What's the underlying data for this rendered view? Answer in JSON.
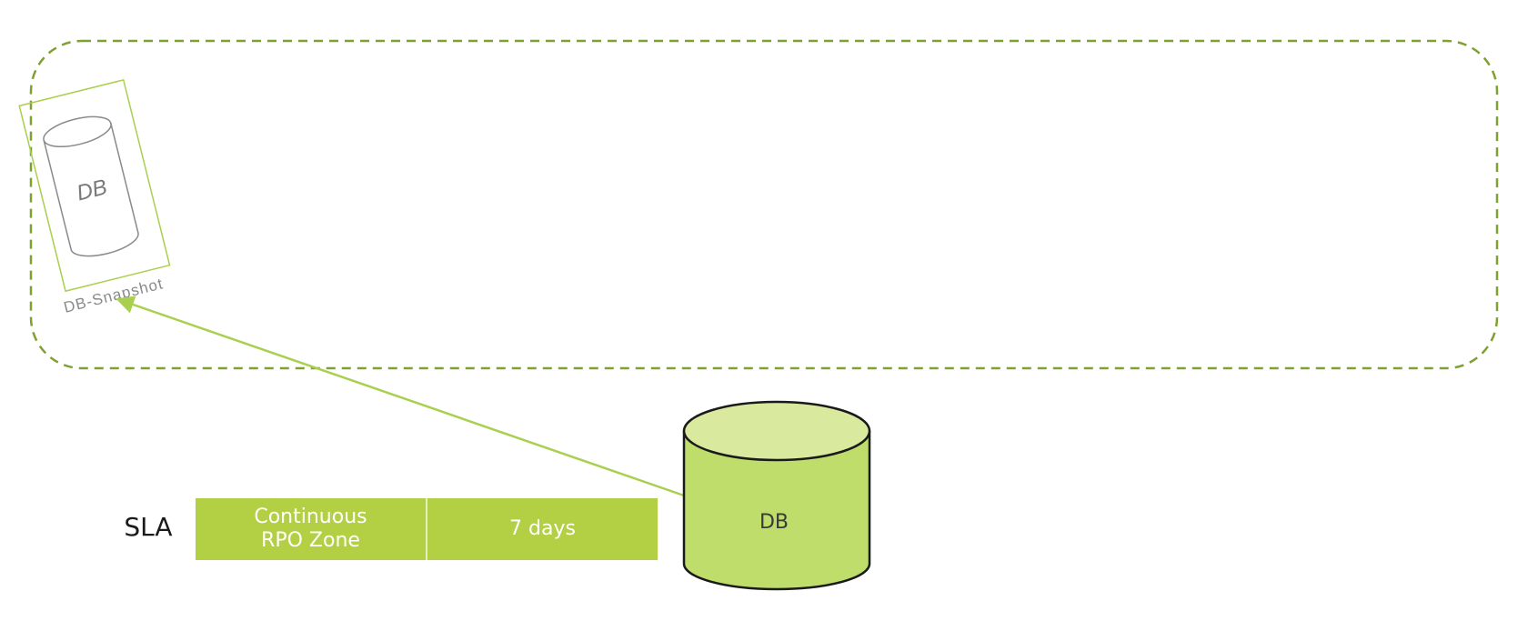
{
  "diagram": {
    "snapshot_label": "DB-Snapshot",
    "snapshot_db_label": "DB",
    "source_db_label": "DB",
    "sla_label": "SLA",
    "sla_cells": [
      {
        "label": "Continuous\nRPO Zone"
      },
      {
        "label": "7 days"
      }
    ]
  },
  "colors": {
    "boundary_dash": "#7fa032",
    "arrow": "#a9cf4e",
    "db_fill": "#bedd6a",
    "db_top": "#d9ea9f",
    "sla_fill": "#b3d044"
  }
}
